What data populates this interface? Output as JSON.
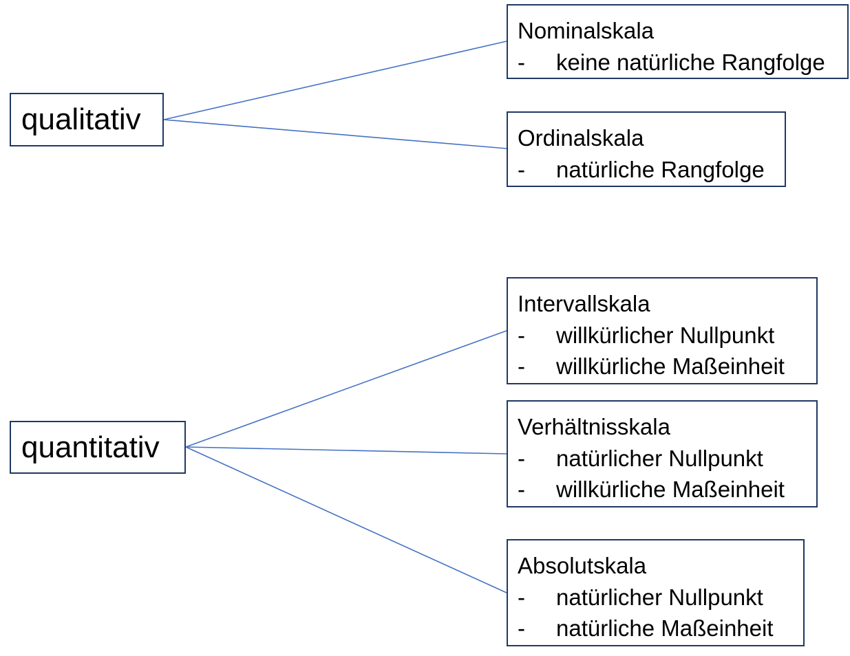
{
  "diagram": {
    "roots": [
      {
        "id": "qualitativ",
        "label": "qualitativ"
      },
      {
        "id": "quantitativ",
        "label": "quantitativ"
      }
    ],
    "scales": [
      {
        "id": "nominal",
        "parent": "qualitativ",
        "title": "Nominalskala",
        "bullets": [
          "keine natürliche Rangfolge"
        ]
      },
      {
        "id": "ordinal",
        "parent": "qualitativ",
        "title": "Ordinalskala",
        "bullets": [
          "natürliche Rangfolge"
        ]
      },
      {
        "id": "intervall",
        "parent": "quantitativ",
        "title": "Intervallskala",
        "bullets": [
          "willkürlicher Nullpunkt",
          "willkürliche Maßeinheit"
        ]
      },
      {
        "id": "verhaeltnis",
        "parent": "quantitativ",
        "title": "Verhältnisskala",
        "bullets": [
          "natürlicher Nullpunkt",
          "willkürliche Maßeinheit"
        ]
      },
      {
        "id": "absolut",
        "parent": "quantitativ",
        "title": "Absolutskala",
        "bullets": [
          "natürlicher Nullpunkt",
          "natürliche Maßeinheit"
        ]
      }
    ],
    "bullet_marker": "-",
    "colors": {
      "connector": "#4472c4",
      "box_border": "#1f3864",
      "text": "#000000",
      "background": "#ffffff"
    }
  }
}
